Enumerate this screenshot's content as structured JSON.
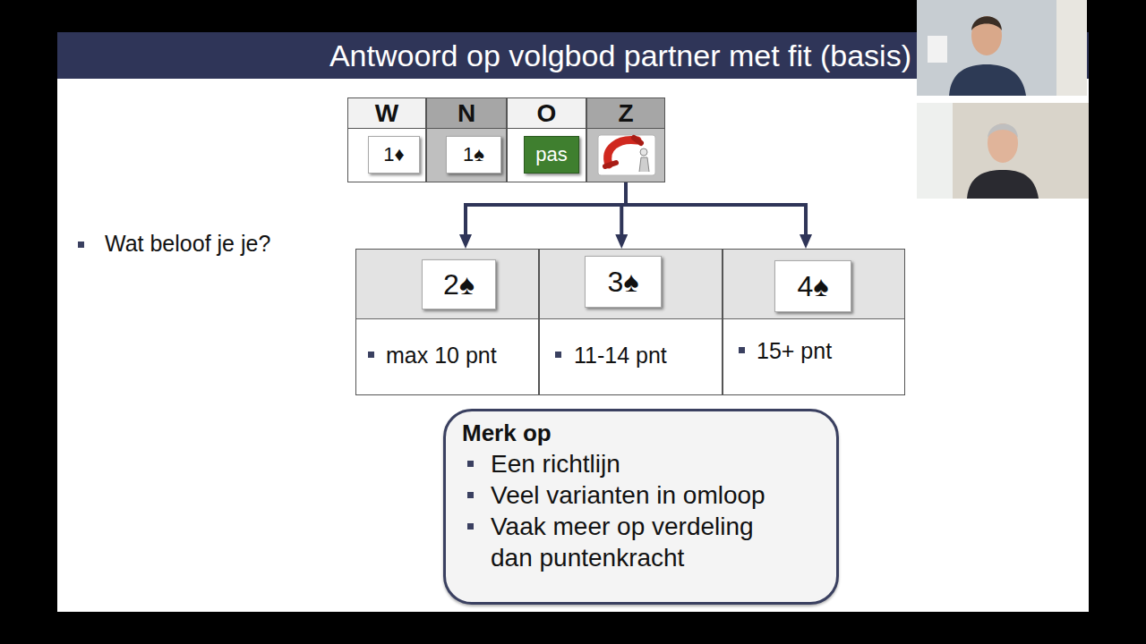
{
  "diagram": {
    "title": "Antwoord op volgbod partner met fit (basis)",
    "nodes": [
      {
        "text": [
          "W"
        ]
      },
      {
        "text": [
          "1♦"
        ],
        "in": 0
      },
      {
        "text": [
          "N"
        ]
      },
      {
        "text": [
          "1♠"
        ],
        "in": 2
      },
      {
        "text": [
          "O"
        ]
      },
      {
        "text": [
          "pas"
        ],
        "in": 4
      },
      {
        "text": [
          "Z"
        ]
      },
      {
        "text": [
          "max 10 pnt"
        ]
      },
      {
        "text": [
          "2♠"
        ],
        "in": 7
      },
      {
        "text": [
          "11-14 pnt"
        ]
      },
      {
        "text": [
          "3♠"
        ],
        "in": 9
      },
      {
        "text": [
          "15+ pnt"
        ]
      },
      {
        "text": [
          "4♠"
        ],
        "in": 11
      },
      {
        "text": [
          "Merk op",
          "Een richtlijn",
          "Veel varianten in omloop",
          "Vaak meer op verdeling dan puntenkracht"
        ]
      }
    ],
    "edges": [
      {
        "from": 6,
        "to": 7,
        "arrow": "to"
      },
      {
        "from": 6,
        "to": 9,
        "arrow": "to"
      },
      {
        "from": 6,
        "to": 11,
        "arrow": "to"
      }
    ],
    "labels": [
      "Wat beloof je je?"
    ]
  }
}
